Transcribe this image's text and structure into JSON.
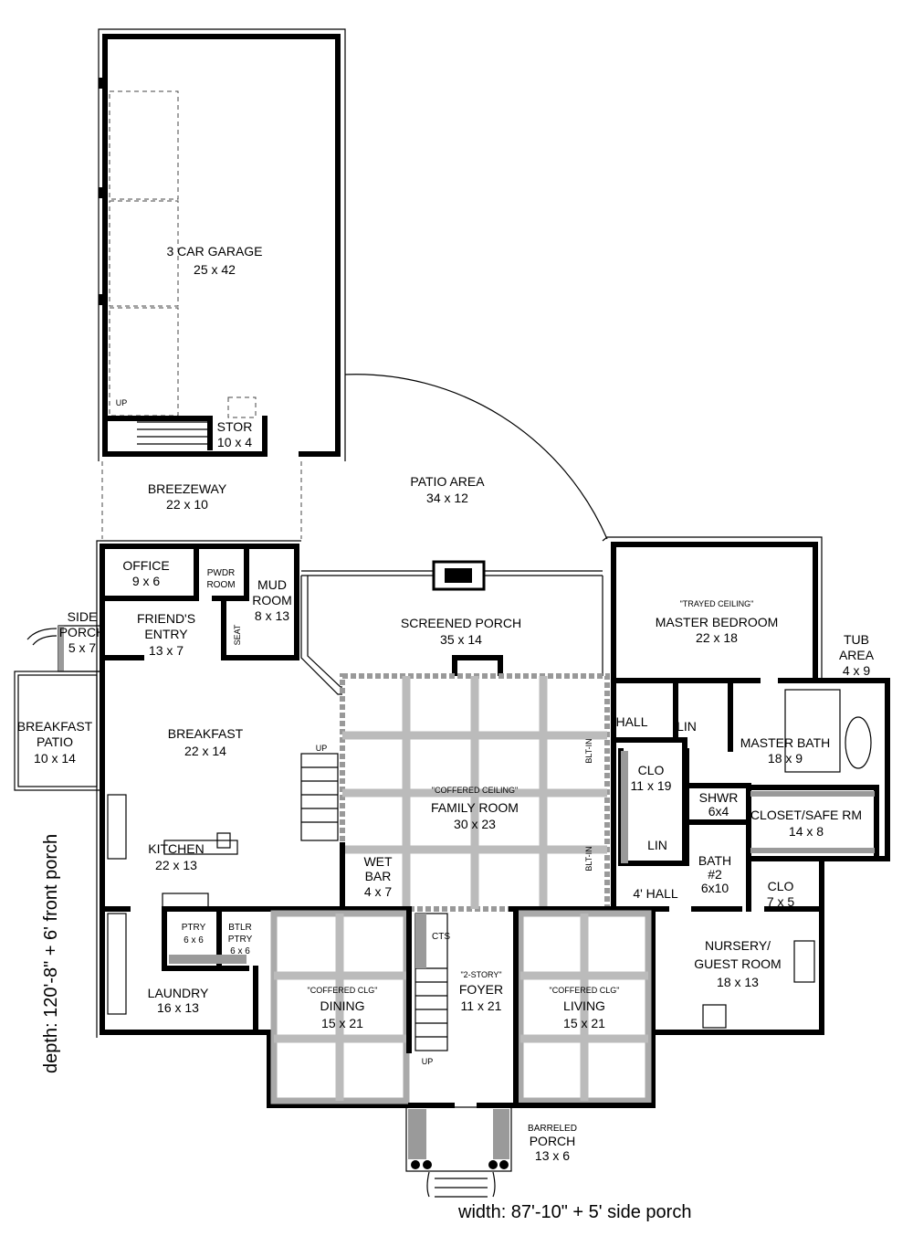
{
  "rooms": [
    {
      "lines": [
        "3 CAR GARAGE",
        "25 x 42"
      ]
    },
    {
      "lines": [
        "STOR",
        "10 x 4"
      ]
    },
    {
      "lines": [
        "BREEZEWAY",
        "22 x 10"
      ]
    },
    {
      "lines": [
        "PATIO AREA",
        "34 x 12"
      ]
    },
    {
      "lines": [
        "OFFICE",
        "9 x 6"
      ]
    },
    {
      "lines": [
        "PWDR",
        "ROOM"
      ]
    },
    {
      "lines": [
        "MUD",
        "ROOM",
        "8 x 13"
      ]
    },
    {
      "lines": [
        "FRIEND'S",
        "ENTRY",
        "13 x 7"
      ]
    },
    {
      "lines": [
        "SIDE",
        "PORCH",
        "5 x 7"
      ]
    },
    {
      "lines": [
        "SCREENED PORCH",
        "35 x 14"
      ]
    },
    {
      "lines": [
        "\"TRAYED CEILING\"",
        "MASTER BEDROOM",
        "22 x 18"
      ]
    },
    {
      "lines": [
        "TUB",
        "AREA",
        "4 x 9"
      ]
    },
    {
      "lines": [
        "BREAKFAST",
        "PATIO",
        "10 x 14"
      ]
    },
    {
      "lines": [
        "BREAKFAST",
        "22 x 14"
      ]
    },
    {
      "lines": [
        "HALL"
      ]
    },
    {
      "lines": [
        "LIN"
      ]
    },
    {
      "lines": [
        "MASTER BATH",
        "18 x 9"
      ]
    },
    {
      "lines": [
        "CLO",
        "11 x 19"
      ]
    },
    {
      "lines": [
        "\"COFFERED CEILING\"",
        "FAMILY ROOM",
        "30 x 23"
      ]
    },
    {
      "lines": [
        "SHWR",
        "6x4"
      ]
    },
    {
      "lines": [
        "CLOSET/SAFE RM",
        "14 x 8"
      ]
    },
    {
      "lines": [
        "KITCHEN",
        "22 x 13"
      ]
    },
    {
      "lines": [
        "LIN"
      ]
    },
    {
      "lines": [
        "WET",
        "BAR",
        "4 x 7"
      ]
    },
    {
      "lines": [
        "BATH",
        "#2",
        "6x10"
      ]
    },
    {
      "lines": [
        "CLO",
        "7 x 5"
      ]
    },
    {
      "lines": [
        "4' HALL"
      ]
    },
    {
      "lines": [
        "PTRY",
        "6 x 6"
      ]
    },
    {
      "lines": [
        "BTLR",
        "PTRY",
        "6 x 6"
      ]
    },
    {
      "lines": [
        "CTS"
      ]
    },
    {
      "lines": [
        "NURSERY/",
        "GUEST ROOM",
        "18 x 13"
      ]
    },
    {
      "lines": [
        "LAUNDRY",
        "16 x 13"
      ]
    },
    {
      "lines": [
        "\"COFFERED CLG\"",
        "DINING",
        "15 x 21"
      ]
    },
    {
      "lines": [
        "\"2-STORY\"",
        "FOYER",
        "11 x 21"
      ]
    },
    {
      "lines": [
        "\"COFFERED CLG\"",
        "LIVING",
        "15 x 21"
      ]
    },
    {
      "lines": [
        "BARRELED",
        "PORCH",
        "13 x 6"
      ]
    }
  ],
  "annotations": {
    "up_garage": "UP",
    "up_stair": "UP",
    "up_foyer": "UP",
    "seat": "SEAT",
    "builtin_top": "BLT-IN",
    "builtin_bottom": "BLT-IN"
  },
  "dimensions": {
    "depth": "depth: 120'-8\" + 6' front porch",
    "width": "width: 87'-10\" + 5' side porch"
  }
}
